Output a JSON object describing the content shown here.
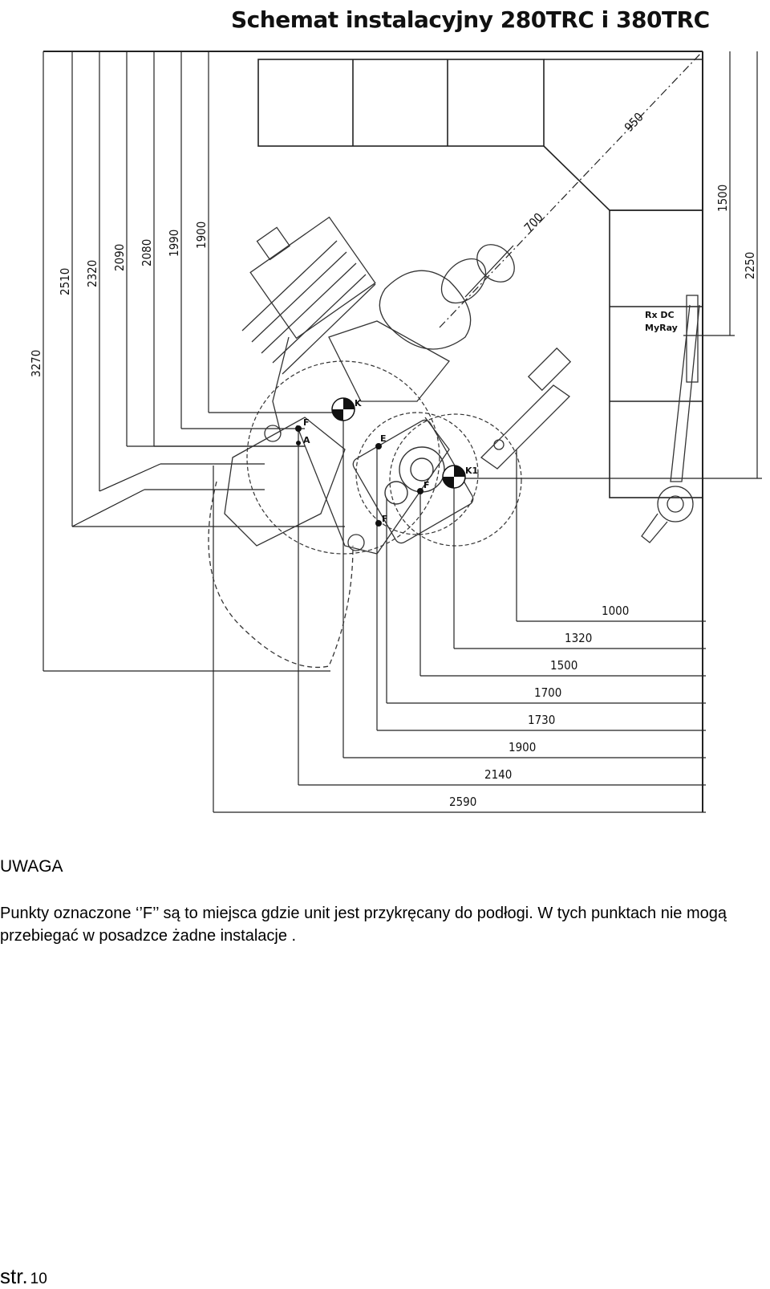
{
  "title": "Schemat instalacyjny 280TRC i 380TRC",
  "diagram": {
    "vertical_dims": [
      "3270",
      "2510",
      "2320",
      "2090",
      "2080",
      "1990",
      "1900"
    ],
    "right_dims": [
      "1500",
      "2250"
    ],
    "bottom_dims": [
      "1000",
      "1320",
      "1500",
      "1700",
      "1730",
      "1900",
      "2140",
      "2590"
    ],
    "diagonal_dims": [
      "700",
      "950"
    ],
    "points": {
      "k": "K",
      "k1": "K1",
      "f": "F",
      "a": "A",
      "e": "E"
    },
    "xray_label_1": "Rx DC",
    "xray_label_2": "MyRay"
  },
  "note": {
    "heading": "UWAGA",
    "text": "Punkty oznaczone ‘’F’’ są to miejsca gdzie unit jest przykręcany do podłogi. W tych punktach nie mogą przebiegać w posadzce żadne instalacje ."
  },
  "page": {
    "prefix": "str.",
    "number": "10"
  }
}
